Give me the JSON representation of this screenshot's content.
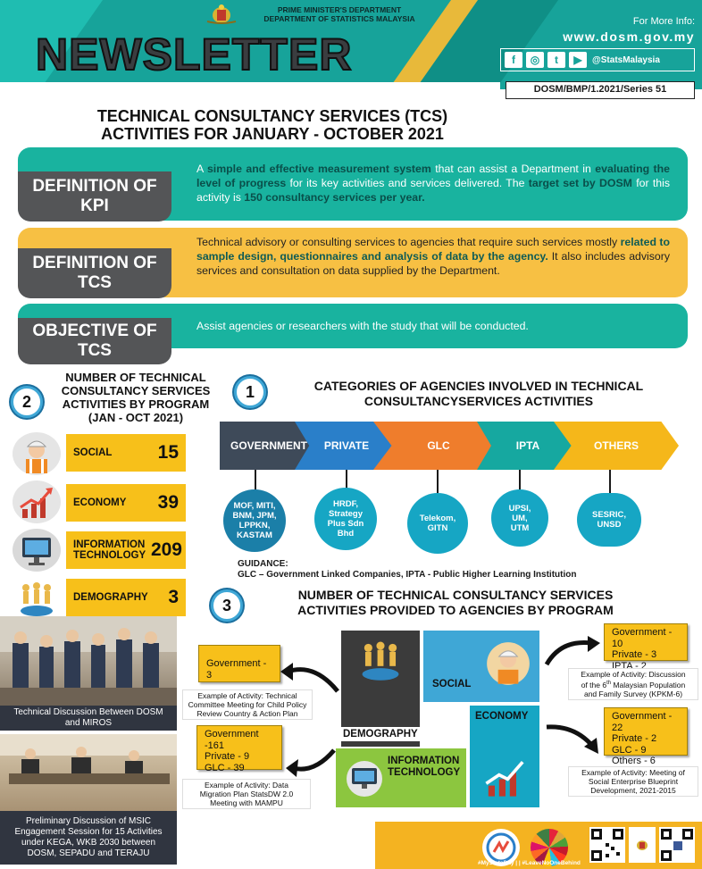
{
  "header": {
    "department_line1": "PRIME MINISTER'S DEPARTMENT",
    "department_line2": "DEPARTMENT OF STATISTICS MALAYSIA",
    "title": "NEWSLETTER",
    "more_info": "For More Info:",
    "website": "www.dosm.gov.my",
    "social_handle": "@StatsMalaysia",
    "series": "DOSM/BMP/1.2021/Series 51"
  },
  "main_title": {
    "line1": "TECHNICAL CONSULTANCY SERVICES (TCS)",
    "line2": "ACTIVITIES FOR JANUARY - OCTOBER 2021"
  },
  "definitions": {
    "kpi": {
      "label_line1": "DEFINITION OF",
      "label_line2": "KPI",
      "t1": "A ",
      "b1": "simple and effective measurement system",
      "t2": " that can assist a Department in ",
      "b2": "evaluating the level of progress",
      "t3": " for its key activities and services delivered. The ",
      "b3": "target set by DOSM",
      "t4": " for this activity is ",
      "b4": "150 consultancy services per year.",
      "colors": {
        "band": "#19b39f"
      }
    },
    "tcs": {
      "label_line1": "DEFINITION OF",
      "label_line2": "TCS",
      "t1": "Technical advisory or consulting services to agencies that require such services mostly ",
      "b1": "related to sample design, questionnaires and analysis of data by the agency.",
      "t2": " It also includes advisory services and consultation on data supplied by the Department.",
      "colors": {
        "band": "#f7c043"
      }
    },
    "objective": {
      "label_line1": "OBJECTIVE OF",
      "label_line2": "TCS",
      "text": "Assist agencies or researchers with the study that will be conducted."
    }
  },
  "section2": {
    "number": "2",
    "title_line1": "NUMBER OF TECHNICAL",
    "title_line2": "CONSULTANCY SERVICES",
    "title_line3": "ACTIVITIES BY PROGRAM",
    "title_line4": "(JAN - OCT 2021)",
    "programs": [
      {
        "name": "SOCIAL",
        "value": "15",
        "icon": "worker-icon"
      },
      {
        "name": "ECONOMY",
        "value": "39",
        "icon": "growth-chart-icon"
      },
      {
        "name_line1": "INFORMATION",
        "name_line2": "TECHNOLOGY",
        "value": "209",
        "icon": "monitor-icon"
      },
      {
        "name": "DEMOGRAPHY",
        "value": "3",
        "icon": "people-globe-icon"
      }
    ]
  },
  "section1": {
    "number": "1",
    "title_line1": "CATEGORIES OF AGENCIES INVOLVED IN TECHNICAL",
    "title_line2": "CONSULTANCYSERVICES ACTIVITIES",
    "categories": [
      {
        "label": "GOVERNMENT",
        "color": "#3e4a59",
        "agencies": [
          "MOF, MITI,",
          "BNM, JPM,",
          "LPPKN,",
          "KASTAM"
        ]
      },
      {
        "label": "PRIVATE",
        "color": "#2a7fc9",
        "agencies": [
          "HRDF,",
          "Strategy",
          "Plus Sdn",
          "Bhd"
        ]
      },
      {
        "label": "GLC",
        "color": "#ef7d2c",
        "agencies": [
          "Telekom,",
          "GITN"
        ]
      },
      {
        "label": "IPTA",
        "color": "#16a8a0",
        "agencies": [
          "UPSI,",
          "UM,",
          "UTM"
        ]
      },
      {
        "label": "OTHERS",
        "color": "#f5b71a",
        "agencies": [
          "SESRIC,",
          "UNSD"
        ]
      }
    ],
    "guidance_label": "GUIDANCE:",
    "guidance_text": "GLC – Government Linked Companies, IPTA - Public Higher Learning Institution"
  },
  "section3": {
    "number": "3",
    "title_line1": "NUMBER OF TECHNICAL CONSULTANCY SERVICES",
    "title_line2": "ACTIVITIES PROVIDED TO AGENCIES BY PROGRAM",
    "tiles": {
      "demography": "DEMOGRAPHY",
      "social": "SOCIAL",
      "economy": "ECONOMY",
      "it_line1": "INFORMATION",
      "it_line2": "TECHNOLOGY"
    },
    "demography_box": [
      "Government - 3"
    ],
    "demography_example": [
      "Example of Activity: Technical",
      "Committee Meeting for Child Policy",
      "Review Country & Action Plan"
    ],
    "it_box": [
      "Government -161",
      "Private - 9",
      "GLC - 39"
    ],
    "it_example": [
      "Example of Activity: Data",
      "Migration Plan StatsDW 2.0",
      "Meeting with MAMPU"
    ],
    "social_box": [
      "Government - 10",
      "Private - 3",
      "IPTA - 2"
    ],
    "social_example_line1": "Example of Activity: Discussion",
    "social_example_line2a": "of the 6",
    "social_example_sup": "th",
    "social_example_line2b": " Malaysian Population",
    "social_example_line3": "and Family Survey (KPKM-6)",
    "economy_box": [
      "Government - 22",
      "Private - 2",
      "GLC - 9",
      "Others - 6"
    ],
    "economy_example": [
      "Example of Activity: Meeting of",
      "Social Enterprise Blueprint",
      "Development, 2021-2015"
    ]
  },
  "photos": {
    "caption1_line1": "Technical Discussion Between DOSM",
    "caption1_line2": "and MIROS",
    "caption2_line1": "Preliminary Discussion of MSIC",
    "caption2_line2": "Engagement Session for 15 Activities",
    "caption2_line3": "under KEGA, WKB 2030 between",
    "caption2_line4": "DOSM, SEPADU and TERAJU"
  },
  "footer": {
    "hashtags": "#MyStatsDay | | #LeaveNoOneBehind"
  }
}
